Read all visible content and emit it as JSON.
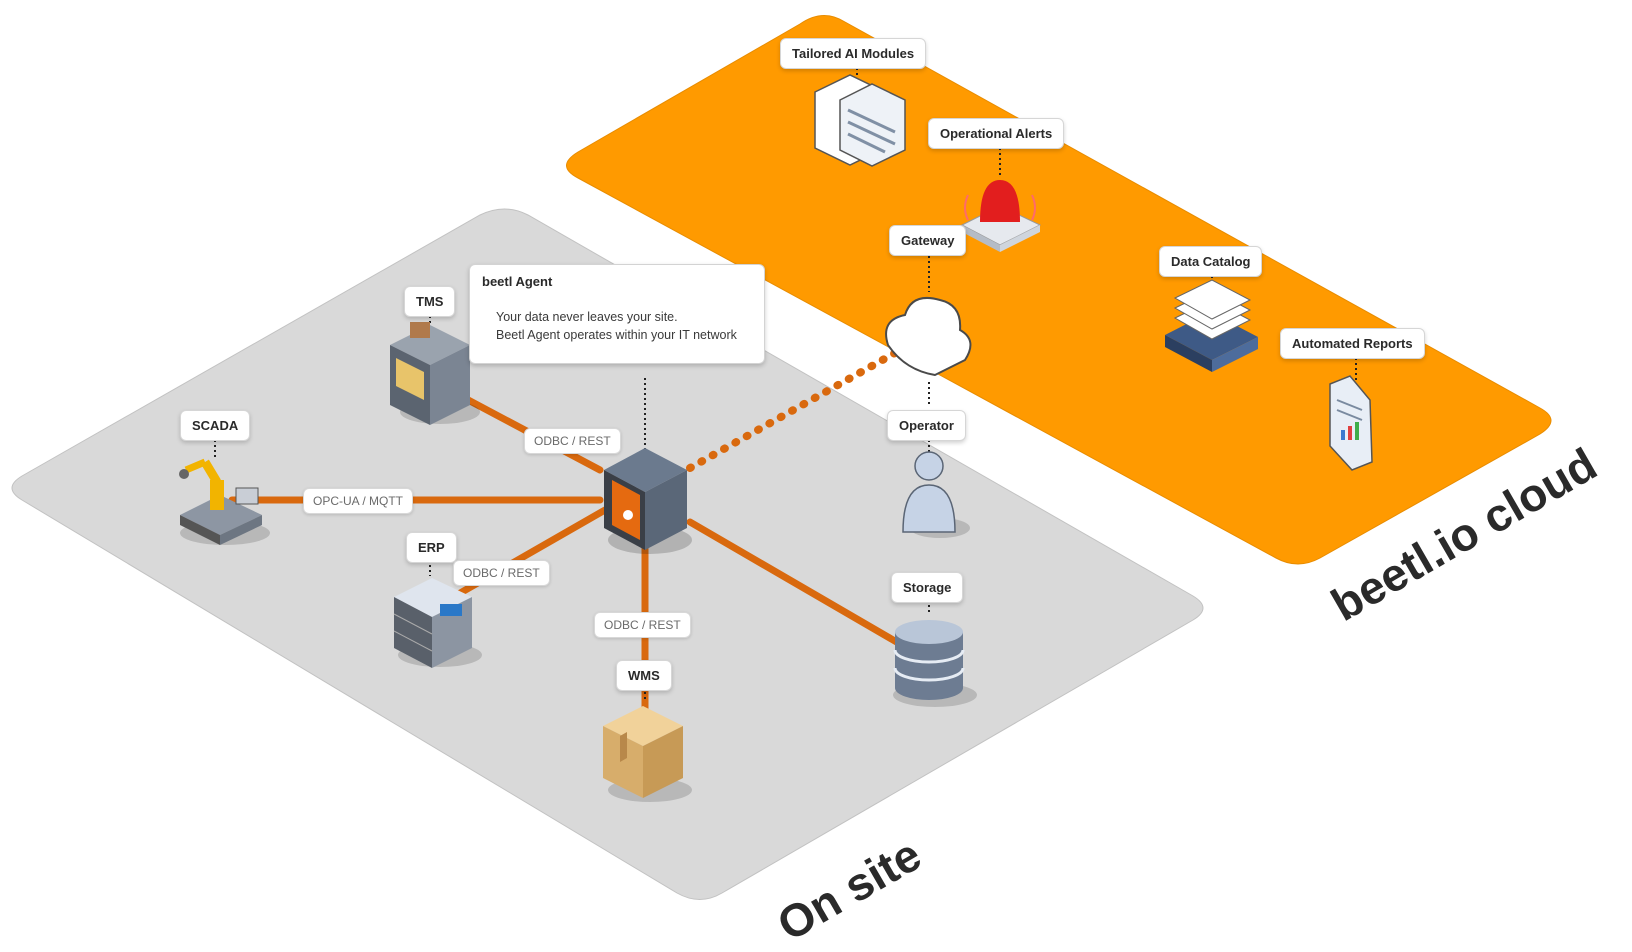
{
  "zones": {
    "on_site": "On site",
    "cloud": "beetl.io cloud"
  },
  "agent": {
    "title": "beetl Agent",
    "line1": "Your data never leaves your site.",
    "line2": "Beetl Agent operates within your IT network"
  },
  "nodes": {
    "tms": "TMS",
    "scada": "SCADA",
    "erp": "ERP",
    "wms": "WMS",
    "storage": "Storage",
    "operator": "Operator",
    "gateway": "Gateway",
    "tailored_ai": "Tailored AI Modules",
    "alerts": "Operational Alerts",
    "data_catalog": "Data Catalog",
    "reports": "Automated Reports"
  },
  "protocols": {
    "tms_agent": "ODBC / REST",
    "scada_agent": "OPC-UA / MQTT",
    "erp_agent": "ODBC / REST",
    "wms_agent": "ODBC / REST"
  },
  "colors": {
    "cloud_plane": "#ff9a00",
    "site_plane": "#d9d9d9",
    "link": "#d9690e"
  }
}
